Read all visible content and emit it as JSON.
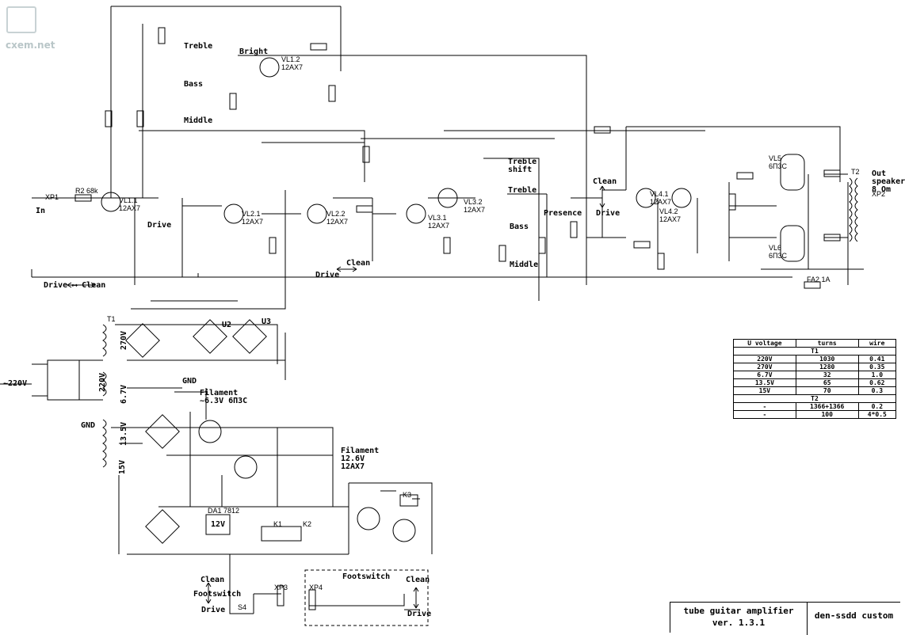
{
  "watermark": "cxem.net",
  "title_block": {
    "line1": "tube guitar amplifier",
    "line2": "ver. 1.3.1",
    "author": "den-ssdd custom"
  },
  "labels": {
    "in": "In",
    "xp1": "XP1",
    "r2": "R2 68k",
    "vl1_1": "VL1.1 12AX7",
    "treble": "Treble",
    "bass": "Bass",
    "middle": "Middle",
    "bright": "Bright",
    "drive": "Drive",
    "clean": "Clean",
    "drive_clean": "Drive ⟷ Clean",
    "presence": "Presence",
    "treble_shift": "Treble shift",
    "out_speaker": "Out speaker 8 Om",
    "xp2": "XP2",
    "t2": "T2",
    "vl5": "VL5 6П3С",
    "vl6": "VL6 6П3С",
    "vl4_1": "VL4.1 12AX7",
    "vl4_2": "VL4.2 12AX7",
    "fa2": "FA2 1A",
    "ground": "GND",
    "mains": "~220V",
    "t1": "T1",
    "filament_63": "Filament ~6.3V 6П3С",
    "filament_126": "Filament 12.6V 12AX7",
    "u2": "U2",
    "u3": "U3",
    "da1": "DA1 7812",
    "reg_12v": "12V",
    "footswitch": "Footswitch",
    "xp3": "XP3",
    "xp4": "XP4",
    "s4": "S4",
    "k1": "K1",
    "k2": "K2",
    "k3": "K3",
    "v270": "270V",
    "v220": "220V",
    "v67": "6.7V",
    "v135": "13.5V",
    "v15": "15V",
    "vl2_1": "VL2.1 12AX7",
    "vl2_2": "VL2.2 12AX7",
    "vl3_1": "VL3.1 12AX7",
    "vl3_2": "VL3.2 12AX7",
    "vl1_2": "VL1.2 12AX7"
  },
  "table": {
    "headers": [
      "U voltage",
      "turns",
      "wire"
    ],
    "sections": [
      {
        "name": "T1",
        "rows": [
          [
            "220V",
            "1030",
            "0.41"
          ],
          [
            "270V",
            "1280",
            "0.35"
          ],
          [
            "6.7V",
            "32",
            "1.0"
          ],
          [
            "13.5V",
            "65",
            "0.62"
          ],
          [
            "15V",
            "70",
            "0.3"
          ]
        ]
      },
      {
        "name": "T2",
        "rows": [
          [
            "-",
            "1366+1366",
            "0.2"
          ],
          [
            "-",
            "100",
            "4*0.5"
          ]
        ]
      }
    ]
  }
}
